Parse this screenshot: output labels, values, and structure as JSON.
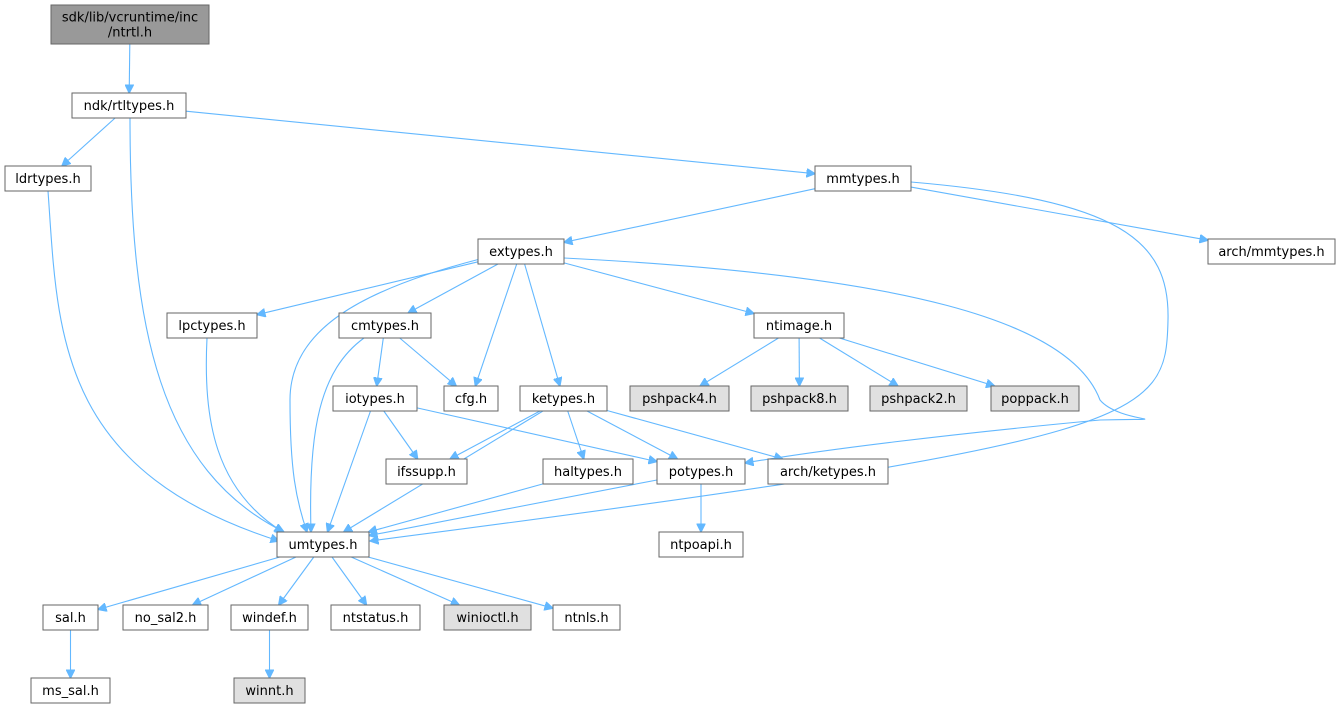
{
  "colors": {
    "edge": "#63b8ff",
    "node_border": "#666666",
    "node_fill": "#ffffff",
    "root_fill": "#999999",
    "external_fill": "#e0e0e0",
    "text": "#000000"
  },
  "nodes": {
    "ntrtl": {
      "lines": [
        "sdk/lib/vcruntime/inc",
        "/ntrtl.h"
      ],
      "style": "root"
    },
    "rtltypes": {
      "lines": [
        "ndk/rtltypes.h"
      ],
      "style": "normal"
    },
    "ldrtypes": {
      "lines": [
        "ldrtypes.h"
      ],
      "style": "normal"
    },
    "mmtypes": {
      "lines": [
        "mmtypes.h"
      ],
      "style": "normal"
    },
    "extypes": {
      "lines": [
        "extypes.h"
      ],
      "style": "normal"
    },
    "archmmtypes": {
      "lines": [
        "arch/mmtypes.h"
      ],
      "style": "normal"
    },
    "lpctypes": {
      "lines": [
        "lpctypes.h"
      ],
      "style": "normal"
    },
    "cmtypes": {
      "lines": [
        "cmtypes.h"
      ],
      "style": "normal"
    },
    "ntimage": {
      "lines": [
        "ntimage.h"
      ],
      "style": "normal"
    },
    "iotypes": {
      "lines": [
        "iotypes.h"
      ],
      "style": "normal"
    },
    "cfg": {
      "lines": [
        "cfg.h"
      ],
      "style": "normal"
    },
    "ketypes": {
      "lines": [
        "ketypes.h"
      ],
      "style": "normal"
    },
    "pshpack4": {
      "lines": [
        "pshpack4.h"
      ],
      "style": "external"
    },
    "pshpack8": {
      "lines": [
        "pshpack8.h"
      ],
      "style": "external"
    },
    "pshpack2": {
      "lines": [
        "pshpack2.h"
      ],
      "style": "external"
    },
    "poppack": {
      "lines": [
        "poppack.h"
      ],
      "style": "external"
    },
    "ifssupp": {
      "lines": [
        "ifssupp.h"
      ],
      "style": "normal"
    },
    "haltypes": {
      "lines": [
        "haltypes.h"
      ],
      "style": "normal"
    },
    "potypes": {
      "lines": [
        "potypes.h"
      ],
      "style": "normal"
    },
    "archketypes": {
      "lines": [
        "arch/ketypes.h"
      ],
      "style": "normal"
    },
    "umtypes": {
      "lines": [
        "umtypes.h"
      ],
      "style": "normal"
    },
    "ntpoapi": {
      "lines": [
        "ntpoapi.h"
      ],
      "style": "normal"
    },
    "sal": {
      "lines": [
        "sal.h"
      ],
      "style": "normal"
    },
    "nosal2": {
      "lines": [
        "no_sal2.h"
      ],
      "style": "normal"
    },
    "windef": {
      "lines": [
        "windef.h"
      ],
      "style": "normal"
    },
    "ntstatus": {
      "lines": [
        "ntstatus.h"
      ],
      "style": "normal"
    },
    "winioctl": {
      "lines": [
        "winioctl.h"
      ],
      "style": "external"
    },
    "ntnls": {
      "lines": [
        "ntnls.h"
      ],
      "style": "normal"
    },
    "mssal": {
      "lines": [
        "ms_sal.h"
      ],
      "style": "normal"
    },
    "winnt": {
      "lines": [
        "winnt.h"
      ],
      "style": "external"
    }
  },
  "edges": [
    [
      "ntrtl",
      "rtltypes"
    ],
    [
      "rtltypes",
      "ldrtypes"
    ],
    [
      "rtltypes",
      "umtypes"
    ],
    [
      "rtltypes",
      "mmtypes"
    ],
    [
      "ldrtypes",
      "umtypes"
    ],
    [
      "mmtypes",
      "extypes"
    ],
    [
      "mmtypes",
      "archmmtypes"
    ],
    [
      "mmtypes",
      "umtypes"
    ],
    [
      "extypes",
      "umtypes"
    ],
    [
      "extypes",
      "lpctypes"
    ],
    [
      "extypes",
      "cmtypes"
    ],
    [
      "extypes",
      "cfg"
    ],
    [
      "extypes",
      "ketypes"
    ],
    [
      "extypes",
      "ntimage"
    ],
    [
      "extypes",
      "potypes"
    ],
    [
      "lpctypes",
      "umtypes"
    ],
    [
      "cmtypes",
      "umtypes"
    ],
    [
      "cmtypes",
      "iotypes"
    ],
    [
      "cmtypes",
      "cfg"
    ],
    [
      "ntimage",
      "pshpack4"
    ],
    [
      "ntimage",
      "pshpack8"
    ],
    [
      "ntimage",
      "pshpack2"
    ],
    [
      "ntimage",
      "poppack"
    ],
    [
      "iotypes",
      "umtypes"
    ],
    [
      "iotypes",
      "ifssupp"
    ],
    [
      "iotypes",
      "potypes"
    ],
    [
      "ketypes",
      "umtypes"
    ],
    [
      "ketypes",
      "ifssupp"
    ],
    [
      "ketypes",
      "haltypes"
    ],
    [
      "ketypes",
      "potypes"
    ],
    [
      "ketypes",
      "archketypes"
    ],
    [
      "haltypes",
      "umtypes"
    ],
    [
      "potypes",
      "umtypes"
    ],
    [
      "potypes",
      "ntpoapi"
    ],
    [
      "umtypes",
      "sal"
    ],
    [
      "umtypes",
      "nosal2"
    ],
    [
      "umtypes",
      "windef"
    ],
    [
      "umtypes",
      "ntstatus"
    ],
    [
      "umtypes",
      "winioctl"
    ],
    [
      "umtypes",
      "ntnls"
    ],
    [
      "sal",
      "mssal"
    ],
    [
      "windef",
      "winnt"
    ]
  ]
}
